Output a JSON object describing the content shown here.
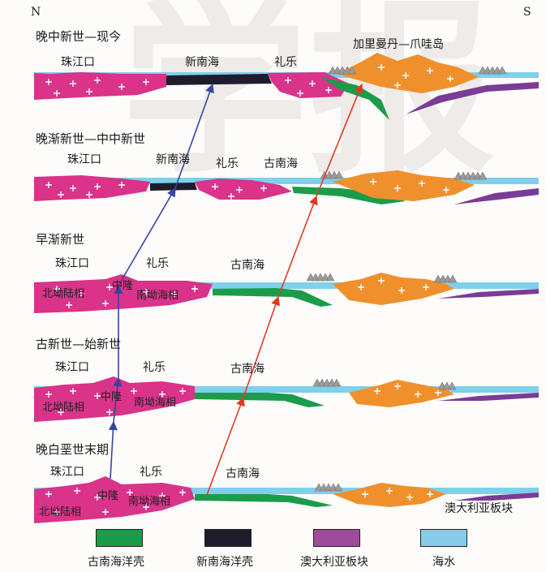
{
  "compass": {
    "north": "N",
    "south": "S"
  },
  "watermark": "学报",
  "colors": {
    "granite": "#d9338a",
    "old_ocean_crust": "#1a9c4a",
    "new_ocean_crust": "#1f1c2c",
    "australian_plate": "#7b3c96",
    "sea_water": "#7fd0ea",
    "island": "#f0902d",
    "sediment": "#9a9a9a",
    "arrow_blue": "#3645a3",
    "arrow_red": "#e03a22"
  },
  "panels": [
    {
      "title": "晚中新世—现今",
      "labels": {
        "zhujiangkou": "珠江口",
        "xinnanhai": "新南海",
        "lile": "礼乐",
        "kalimantan": "加里曼丹—爪哇岛"
      }
    },
    {
      "title": "晚渐新世—中中新世",
      "labels": {
        "zhujiangkou": "珠江口",
        "xinnanhai": "新南海",
        "lile": "礼乐",
        "gunanhai": "古南海"
      }
    },
    {
      "title": "早渐新世",
      "labels": {
        "zhujiangkou": "珠江口",
        "lile": "礼乐",
        "gunanhai": "古南海",
        "north_facies": "北坳陆相",
        "uplift": "中隆",
        "south_facies": "南坳海相"
      }
    },
    {
      "title": "古新世—始新世",
      "labels": {
        "zhujiangkou": "珠江口",
        "lile": "礼乐",
        "gunanhai": "古南海",
        "north_facies": "北坳陆相",
        "uplift": "中隆",
        "south_facies": "南坳海相"
      }
    },
    {
      "title": "晚白垩世末期",
      "labels": {
        "zhujiangkou": "珠江口",
        "lile": "礼乐",
        "gunanhai": "古南海",
        "north_facies": "北坳陆相",
        "uplift": "中隆",
        "south_facies": "南坳海相",
        "australian_plate": "澳大利亚板块"
      }
    }
  ],
  "legend": [
    {
      "label": "古南海洋壳",
      "color": "#1a9c4a"
    },
    {
      "label": "新南海洋壳",
      "color": "#1f1c2c"
    },
    {
      "label": "澳大利亚板块",
      "color": "#a04a9c"
    },
    {
      "label": "海水",
      "color": "#87cde8"
    }
  ]
}
